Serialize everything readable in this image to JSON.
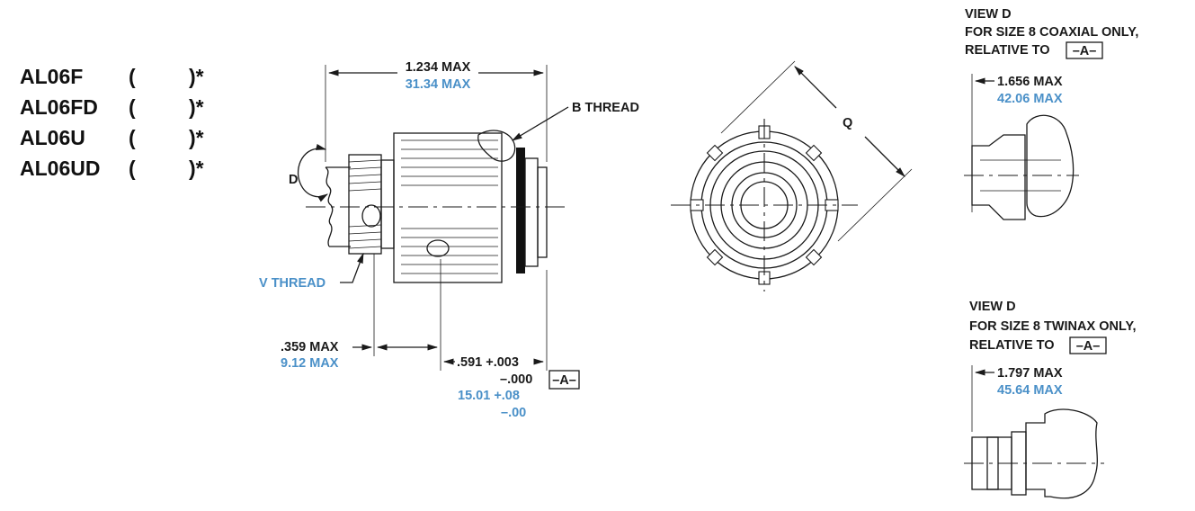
{
  "part_numbers": [
    {
      "base": "AL06F",
      "open": "(",
      "close": ")*"
    },
    {
      "base": "AL06FD",
      "open": "(",
      "close": ")*"
    },
    {
      "base": "AL06U",
      "open": "(",
      "close": ")*"
    },
    {
      "base": "AL06UD",
      "open": "(",
      "close": ")*"
    }
  ],
  "side_view": {
    "overall_length": "1.234 MAX",
    "overall_length_metric": "31.34 MAX",
    "b_thread": "B THREAD",
    "v_thread": "V THREAD",
    "detail_label": "D",
    "dim_359": ".359 MAX",
    "dim_359_metric": "9.12 MAX",
    "dim_591": ".591 +.003",
    "dim_591_minus": "–.000",
    "dim_591_metric": "15.01 +.08",
    "dim_591_metric_minus": "–.00",
    "datum": "–A–"
  },
  "front_view": {
    "q_label": "Q"
  },
  "view_d_coax": {
    "title": "VIEW D",
    "line2": "FOR SIZE 8 COAXIAL ONLY,",
    "line3": "RELATIVE TO",
    "datum": "–A–",
    "dim": "1.656 MAX",
    "dim_metric": "42.06 MAX"
  },
  "view_d_twinax": {
    "title": "VIEW D",
    "line2": "FOR SIZE 8 TWINAX ONLY,",
    "line3": "RELATIVE TO",
    "datum": "–A–",
    "dim": "1.797 MAX",
    "dim_metric": "45.64 MAX"
  },
  "colors": {
    "metric_text": "#4a90c8",
    "line": "#1a1a1a"
  }
}
